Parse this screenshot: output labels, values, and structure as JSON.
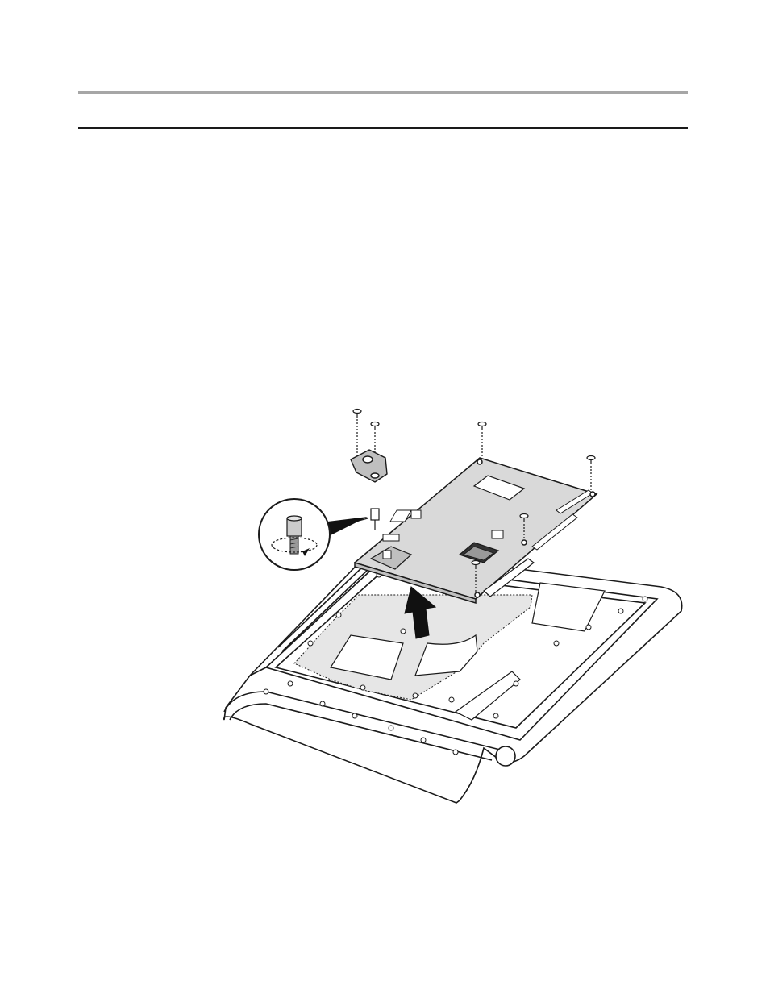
{
  "page": {
    "header_rule_top": "rule",
    "header_rule_bottom": "rule"
  },
  "figure": {
    "subject": "system-board-removal",
    "icons": {
      "lift_arrow": "up-arrow-icon",
      "screw": "screw-icon",
      "standoff_callout": "hex-standoff-icon",
      "rotation": "rotate-ccw-icon"
    },
    "colors": {
      "line": "#1a1a1a",
      "board_fill": "#d9d9d9",
      "tray_fill": "#e6e6e6",
      "chassis_fill": "#ffffff",
      "arrow_fill": "#111111"
    },
    "screw_count": 6
  }
}
